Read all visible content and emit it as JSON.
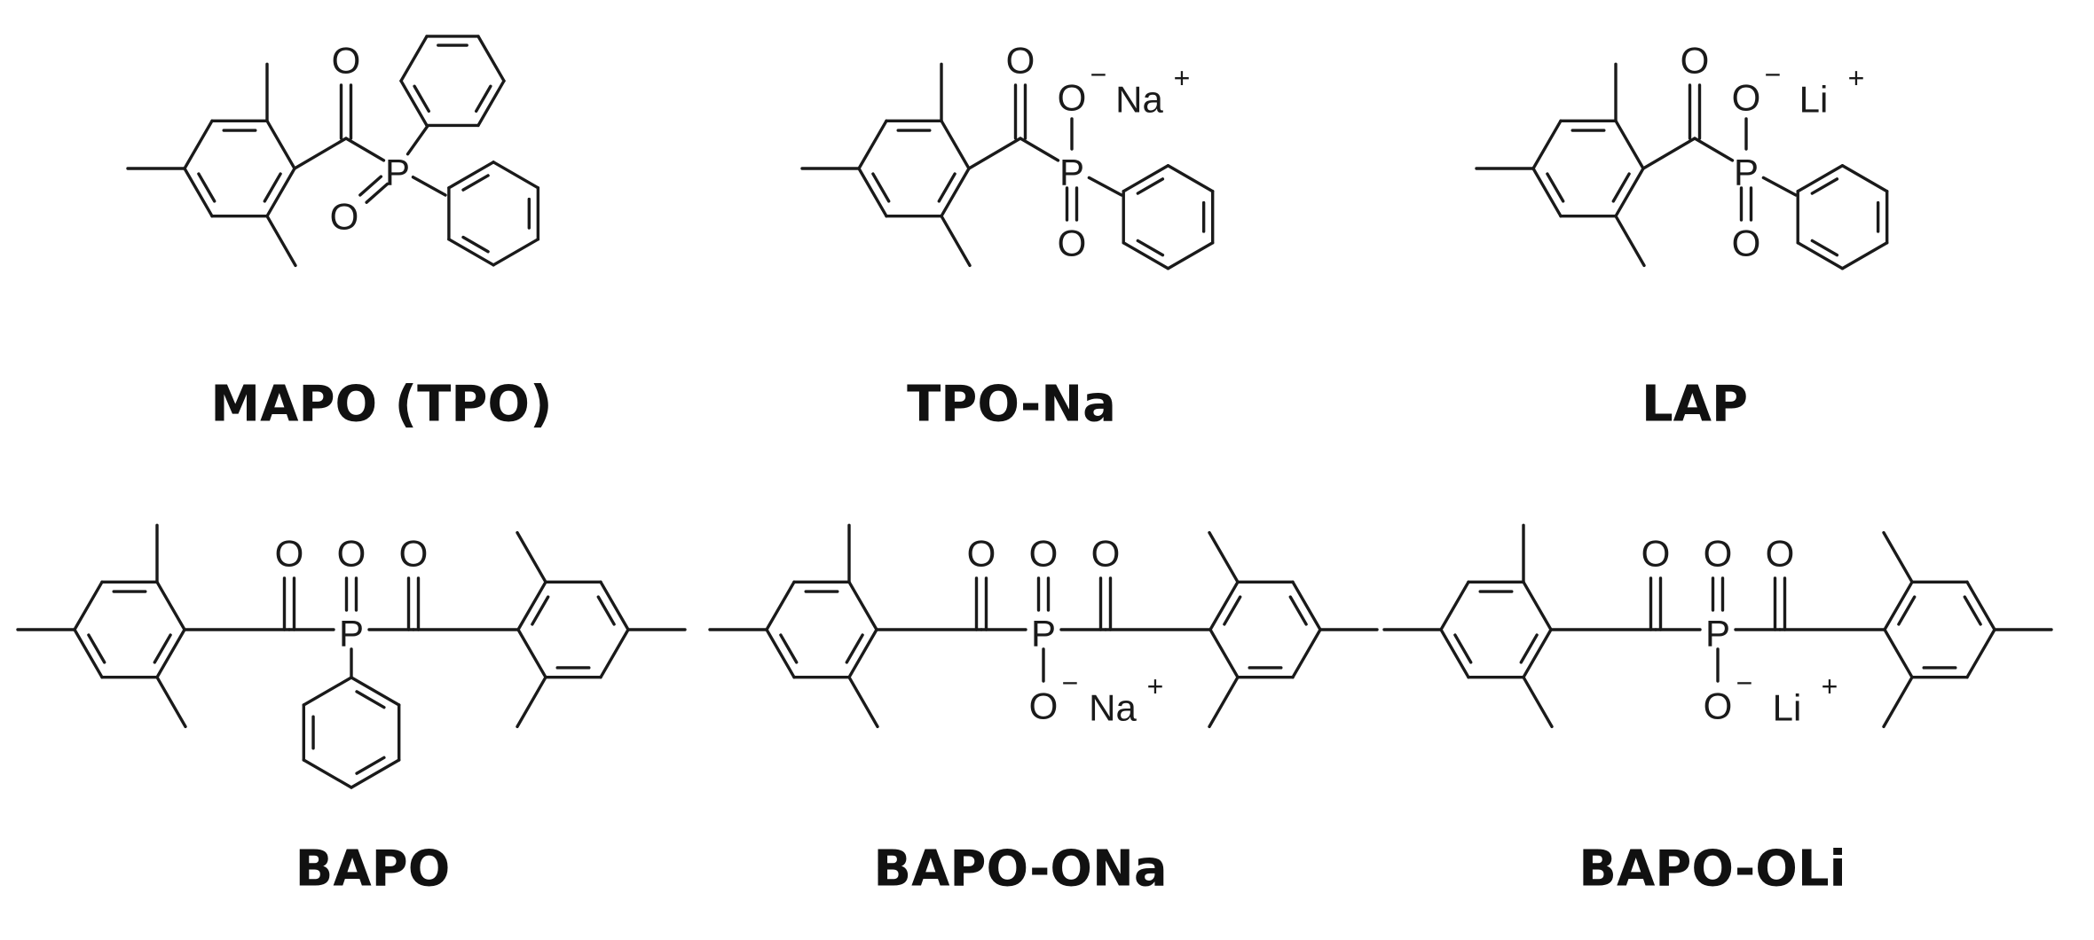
{
  "compounds": [
    {
      "id": "mapo",
      "name": "MAPO (TPO)",
      "p_substituent": "phenyl",
      "acyl_groups": 1,
      "counter_ion": null
    },
    {
      "id": "tpo-na",
      "name": "TPO-Na",
      "p_substituent": "O-",
      "acyl_groups": 1,
      "counter_ion": "Na"
    },
    {
      "id": "lap",
      "name": "LAP",
      "p_substituent": "O-",
      "acyl_groups": 1,
      "counter_ion": "Li"
    },
    {
      "id": "bapo",
      "name": "BAPO",
      "p_substituent": "phenyl",
      "acyl_groups": 2,
      "counter_ion": null
    },
    {
      "id": "bapo-ona",
      "name": "BAPO-ONa",
      "p_substituent": "O-",
      "acyl_groups": 2,
      "counter_ion": "Na"
    },
    {
      "id": "bapo-oli",
      "name": "BAPO-OLi",
      "p_substituent": "O-",
      "acyl_groups": 2,
      "counter_ion": "Li"
    }
  ],
  "atoms": {
    "oxygen": "O",
    "phosphorus": "P",
    "minus": "−",
    "plus": "+"
  }
}
